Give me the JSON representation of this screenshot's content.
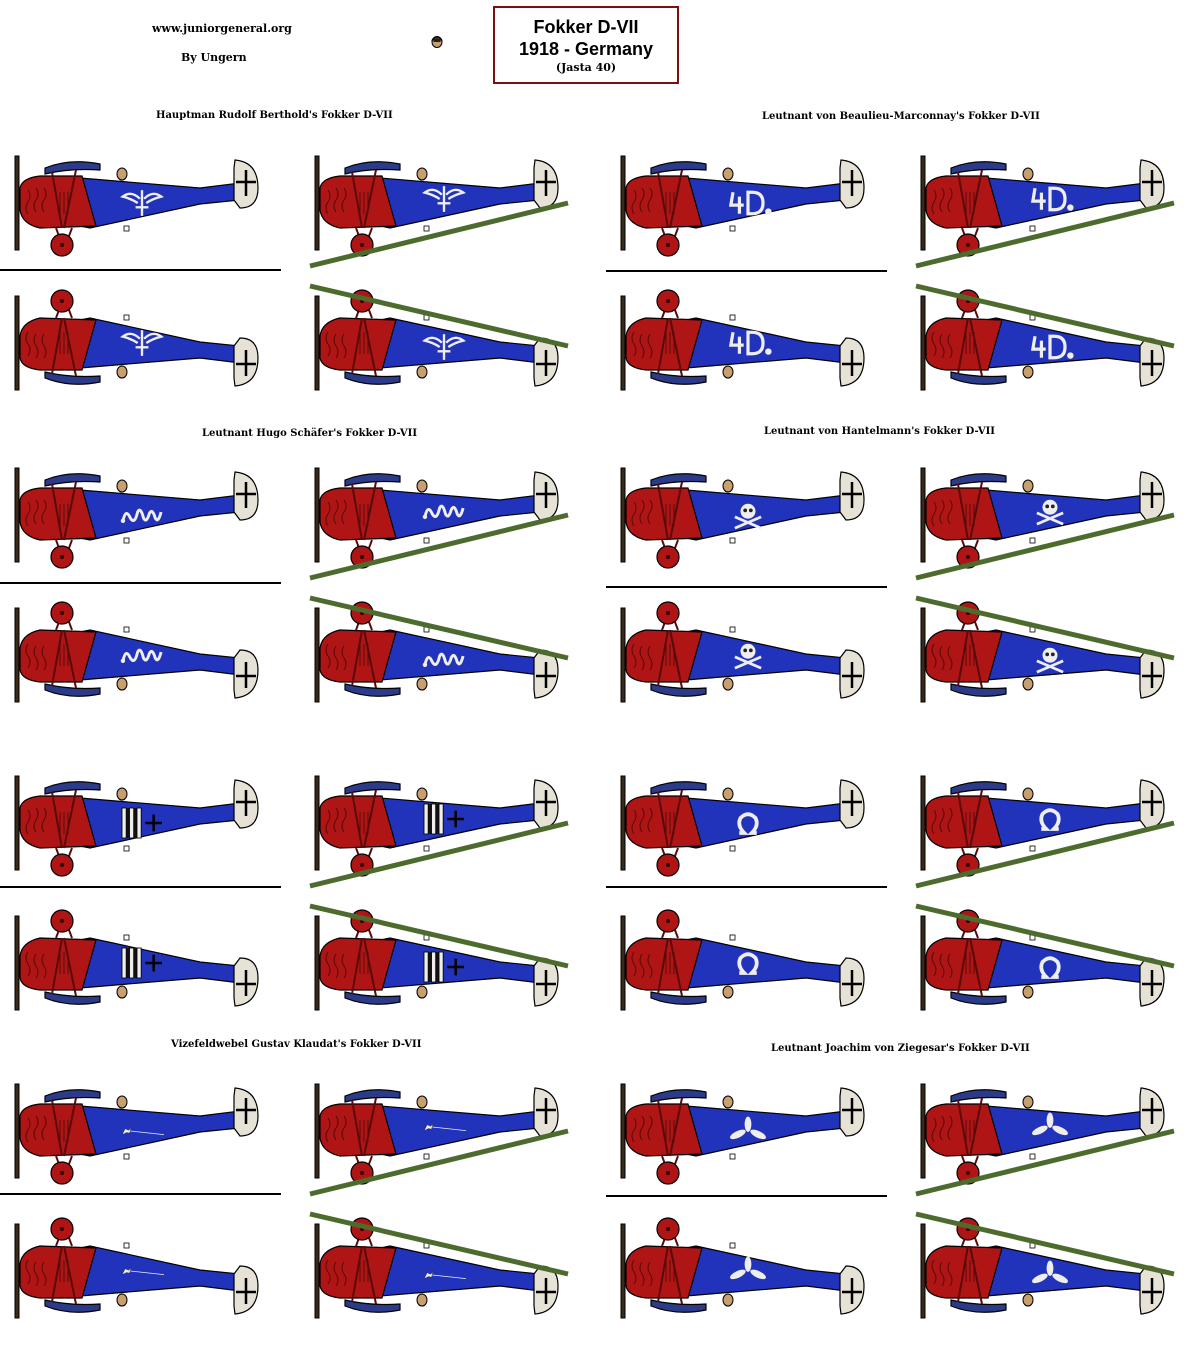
{
  "header": {
    "site": "www.juniorgeneral.org",
    "author": "By Ungern",
    "title_line1": "Fokker D-VII",
    "title_line2": "1918 - Germany",
    "title_line3": "(Jasta 40)"
  },
  "captions": {
    "berthold": "Hauptman Rudolf Berthold's Fokker D-VII",
    "beaulieu": "Leutnant von Beaulieu-Marconnay's Fokker D-VII",
    "schafer": "Leutnant Hugo Schäfer's Fokker D-VII",
    "hantelmann": "Leutnant von Hantelmann's Fokker D-VII",
    "klaudat": "Vizefeldwebel Gustav Klaudat's Fokker D-VII",
    "ziegesar": "Leutnant Joachim von Ziegesar's Fokker D-VII"
  },
  "colors": {
    "fuselage_blue": "#2233bb",
    "nose_red": "#b01515",
    "strut_green": "#4e6b2e",
    "tail_cream": "#e6e2d6",
    "border_red": "#7a1010"
  },
  "icons": {
    "pilot": "pilot-head-icon",
    "insignia_berthold": "winged-sword-icon",
    "insignia_beaulieu": "number-4d-icon",
    "insignia_schafer": "serpent-icon",
    "insignia_hantelmann": "skull-crossbones-icon",
    "insignia_row3_left": "stripes-cross-icon",
    "insignia_row3_right": "horseshoe-icon",
    "insignia_klaudat": "comet-bird-icon",
    "insignia_ziegesar": "leaf-rosette-icon"
  }
}
